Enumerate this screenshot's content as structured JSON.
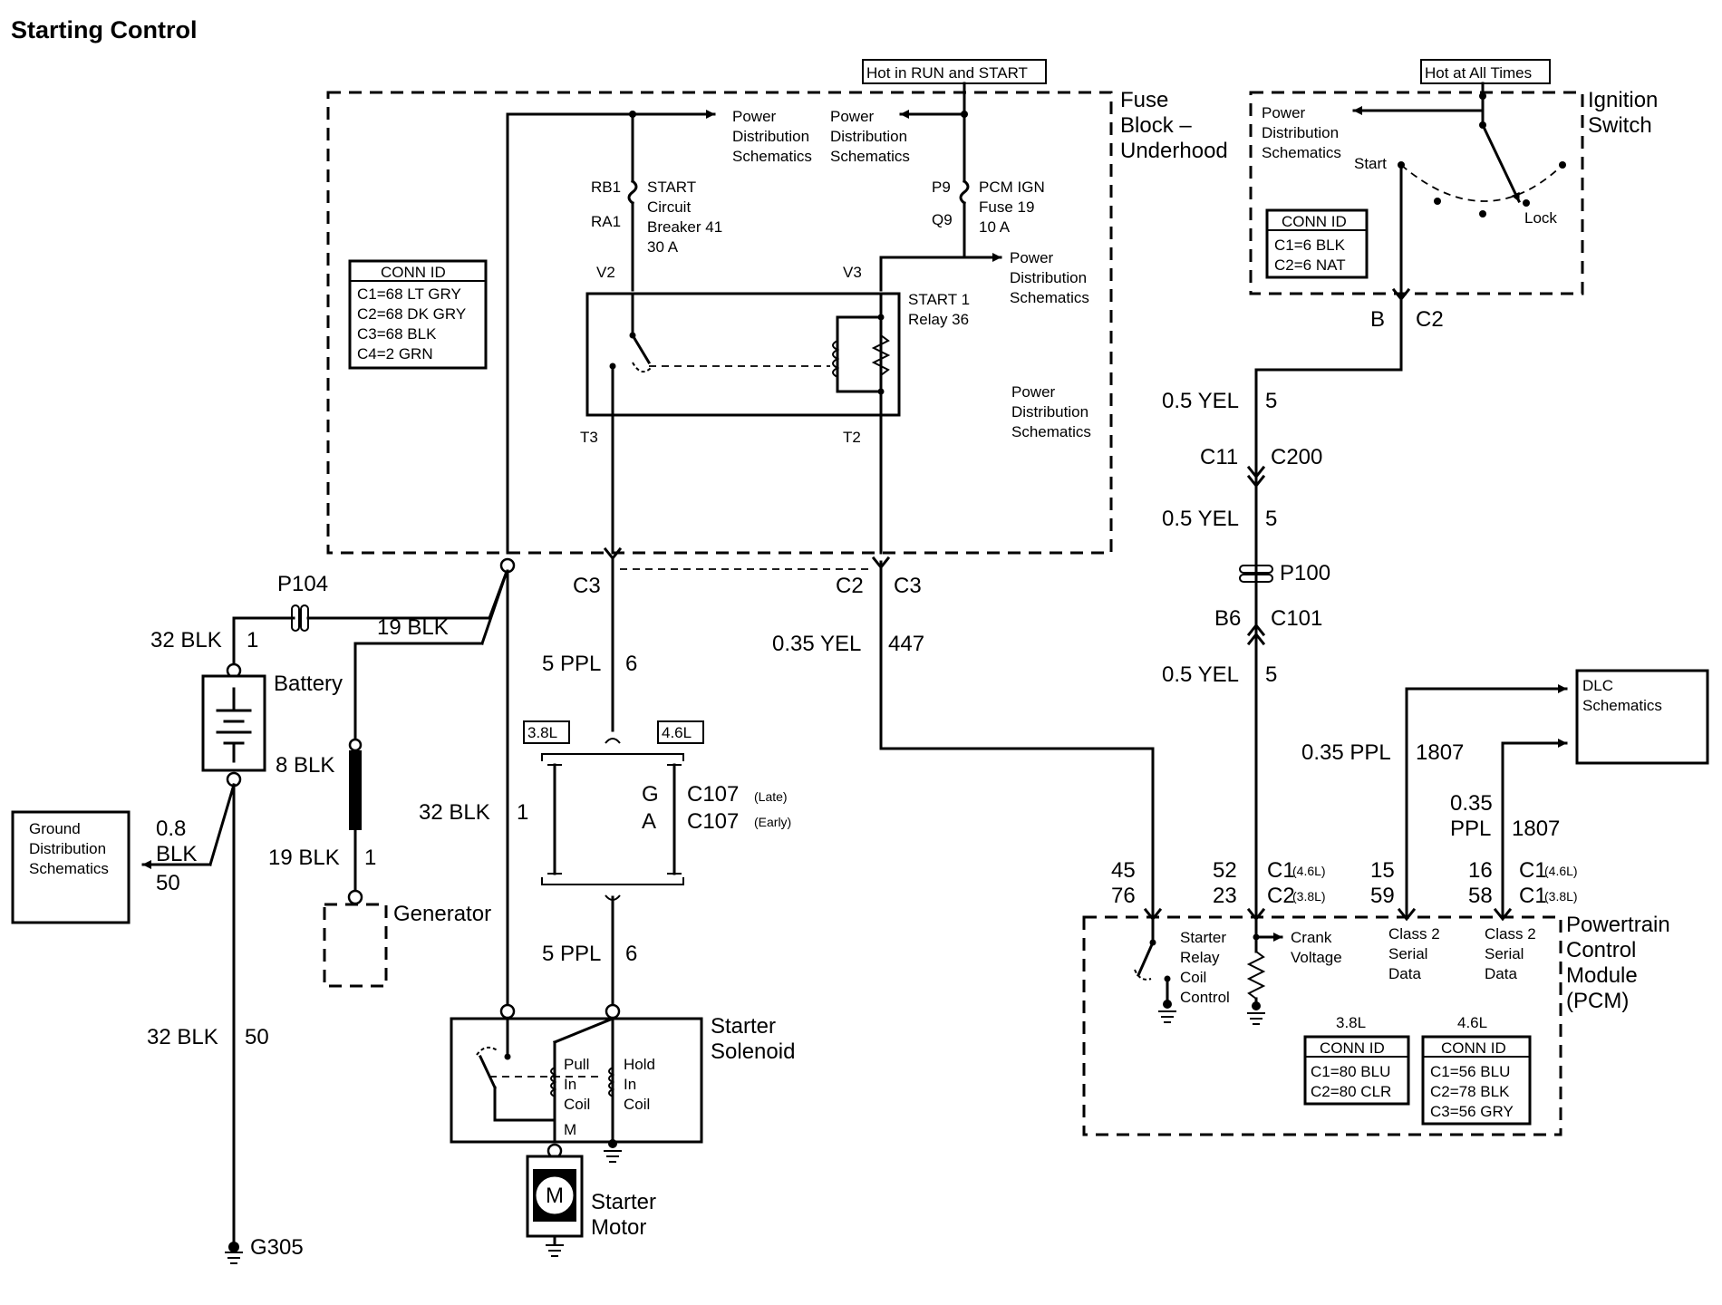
{
  "title": "Starting Control",
  "hot_run_start": "Hot in RUN and START",
  "hot_all_times": "Hot at All Times",
  "fuse_block": [
    "Fuse",
    "Block –",
    "Underhood"
  ],
  "ignition_switch": [
    "Ignition",
    "Switch"
  ],
  "pds": [
    "Power",
    "Distribution",
    "Schematics"
  ],
  "start_cb": [
    "START",
    "Circuit",
    "Breaker 41",
    "30 A"
  ],
  "pcm_fuse": [
    "PCM IGN",
    "Fuse 19",
    "10 A"
  ],
  "relay": [
    "START 1",
    "Relay 36"
  ],
  "pins": {
    "rb1": "RB1",
    "ra1": "RA1",
    "p9": "P9",
    "q9": "Q9",
    "v2": "V2",
    "v3": "V3",
    "t3": "T3",
    "t2": "T2"
  },
  "fuse_conn": {
    "header": "CONN ID",
    "rows": [
      "C1=68 LT GRY",
      "C2=68 DK GRY",
      "C3=68 BLK",
      "C4=2 GRN"
    ]
  },
  "ign_conn": {
    "header": "CONN ID",
    "rows": [
      "C1=6 BLK",
      "C2=6 NAT"
    ]
  },
  "ign_pos": {
    "start": "Start",
    "lock": "Lock"
  },
  "conn_b": "B",
  "conn_c2": "C2",
  "wire_right": [
    {
      "label": "0.5 YEL",
      "num": "5"
    },
    {
      "label": "0.5 YEL",
      "num": "5"
    },
    {
      "label": "0.5 YEL",
      "num": "5"
    }
  ],
  "c11": "C11",
  "c200": "C200",
  "p100": "P100",
  "b6": "B6",
  "c101": "C101",
  "p104": "P104",
  "blk32_1": {
    "label": "32 BLK",
    "num": "1"
  },
  "blk19_top": "19 BLK",
  "battery": "Battery",
  "blk8": "8 BLK",
  "blk19_bot": {
    "label": "19 BLK",
    "num": "1"
  },
  "generator": "Generator",
  "ground_dist": [
    "Ground",
    "Distribution",
    "Schematics"
  ],
  "blk08": {
    "l1": "0.8",
    "l2": "BLK",
    "num": "50"
  },
  "blk32_50": {
    "label": "32 BLK",
    "num": "50"
  },
  "g305": "G305",
  "c3_left": "C3",
  "c2_mid": "C2",
  "c3_mid": "C3",
  "ppl5_top": {
    "label": "5 PPL",
    "num": "6"
  },
  "ppl5_bot": {
    "label": "5 PPL",
    "num": "6"
  },
  "yel035": {
    "label": "0.35 YEL",
    "num": "447"
  },
  "tag38": "3.8L",
  "tag46": "4.6L",
  "c107": {
    "g": "G",
    "a": "A",
    "c": "C107",
    "late": "(Late)",
    "early": "(Early)"
  },
  "blk32_mid": {
    "label": "32 BLK",
    "num": "1"
  },
  "starter_solenoid": [
    "Starter",
    "Solenoid"
  ],
  "pull_in": [
    "Pull",
    "In",
    "Coil"
  ],
  "hold_in": [
    "Hold",
    "In",
    "Coil"
  ],
  "m_pin": "M",
  "motor_m": "M",
  "starter_motor": [
    "Starter",
    "Motor"
  ],
  "dlc": [
    "DLC",
    "Schematics"
  ],
  "ppl035": {
    "label": "0.35 PPL",
    "num": "1807"
  },
  "ppl035b": {
    "l1": "0.35",
    "l2": "PPL",
    "num": "1807"
  },
  "pcm_pins": {
    "p45": "45",
    "p76": "76",
    "p52": "52",
    "p23": "23",
    "c1": "C1",
    "c2": "C2",
    "c46": "(4.6L)",
    "c38": "(3.8L)",
    "p15": "15",
    "p59": "59",
    "p16": "16",
    "p58": "58",
    "c1b": "C1",
    "c1c": "C1",
    "c46b": "(4.6L)",
    "c38b": "(3.8L)"
  },
  "pcm_title": [
    "Powertrain",
    "Control",
    "Module",
    "(PCM)"
  ],
  "starter_relay": [
    "Starter",
    "Relay",
    "Coil",
    "Control"
  ],
  "crank_voltage": [
    "Crank",
    "Voltage"
  ],
  "class2a": [
    "Class 2",
    "Serial",
    "Data"
  ],
  "class2b": [
    "Class 2",
    "Serial",
    "Data"
  ],
  "pcm_conn38": {
    "eng": "3.8L",
    "header": "CONN ID",
    "rows": [
      "C1=80 BLU",
      "C2=80 CLR"
    ]
  },
  "pcm_conn46": {
    "eng": "4.6L",
    "header": "CONN ID",
    "rows": [
      "C1=56 BLU",
      "C2=78 BLK",
      "C3=56 GRY"
    ]
  }
}
